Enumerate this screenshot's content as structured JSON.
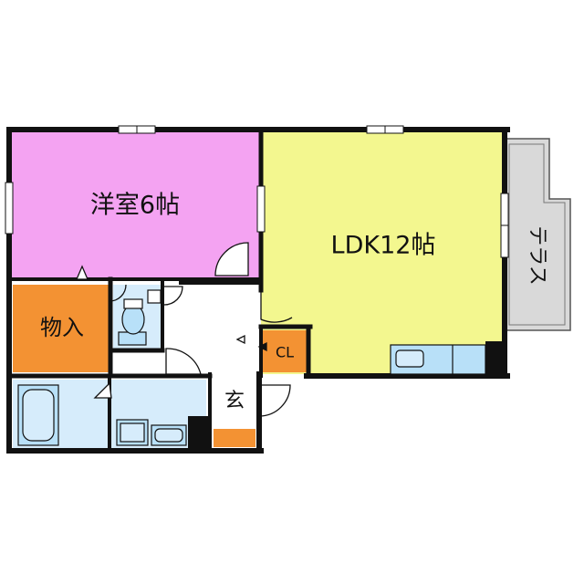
{
  "rooms": {
    "western_room": {
      "label": "洋室6帖",
      "color": "#f4a3f2"
    },
    "ldk": {
      "label": "LDK12帖",
      "color": "#f3f78f"
    },
    "storage": {
      "label": "物入",
      "color": "#f39233"
    },
    "closet": {
      "label": "CL",
      "color": "#f39233"
    },
    "entrance": {
      "label": "玄",
      "color": "#f39233"
    },
    "terrace": {
      "label": "テラス",
      "color": "#d9d9d9"
    },
    "wet_area": {
      "color": "#d6ecfb"
    }
  },
  "fixtures": {
    "fixture_color": "#b8e0f8",
    "wall_color": "#111111"
  }
}
